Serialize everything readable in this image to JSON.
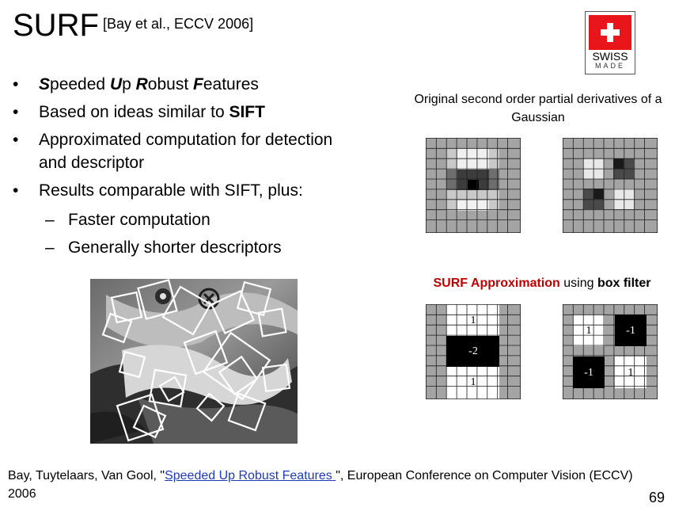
{
  "title": "SURF",
  "title_cite": "[Bay et al., ECCV 2006]",
  "logo": {
    "line1": "SWISS",
    "line2": "MADE",
    "flag_color": "#e8161b"
  },
  "bullets": {
    "b1": {
      "s": "S",
      "r1": "peeded ",
      "u": "U",
      "r2": "p ",
      "r": "R",
      "r3": "obust ",
      "f": "F",
      "r4": "eatures"
    },
    "b2": {
      "text": "Based on ideas similar to ",
      "bold": "SIFT"
    },
    "b3": "Approximated computation for detection and descriptor",
    "b4": "Results comparable with SIFT, plus:",
    "sub": [
      "Faster computation",
      "Generally shorter descriptors"
    ],
    "dash": "–"
  },
  "original_caption": "Original second order partial derivatives of a Gaussian",
  "approx_caption": {
    "red": "SURF Approximation",
    "mid": " using ",
    "bold": "box filter"
  },
  "box_filters": {
    "yy": {
      "top": "1",
      "middle": "-2",
      "bottom": "1"
    },
    "xy": {
      "tl": "1",
      "tr": "-1",
      "bl": "-1",
      "br": "1"
    }
  },
  "footer": {
    "prefix": "Bay, Tuytelaars, Van Gool, \"",
    "link": "Speeded Up Robust Features ",
    "suffix": "\", European Conference on Computer Vision (ECCV) 2006"
  },
  "slide_number": "69"
}
